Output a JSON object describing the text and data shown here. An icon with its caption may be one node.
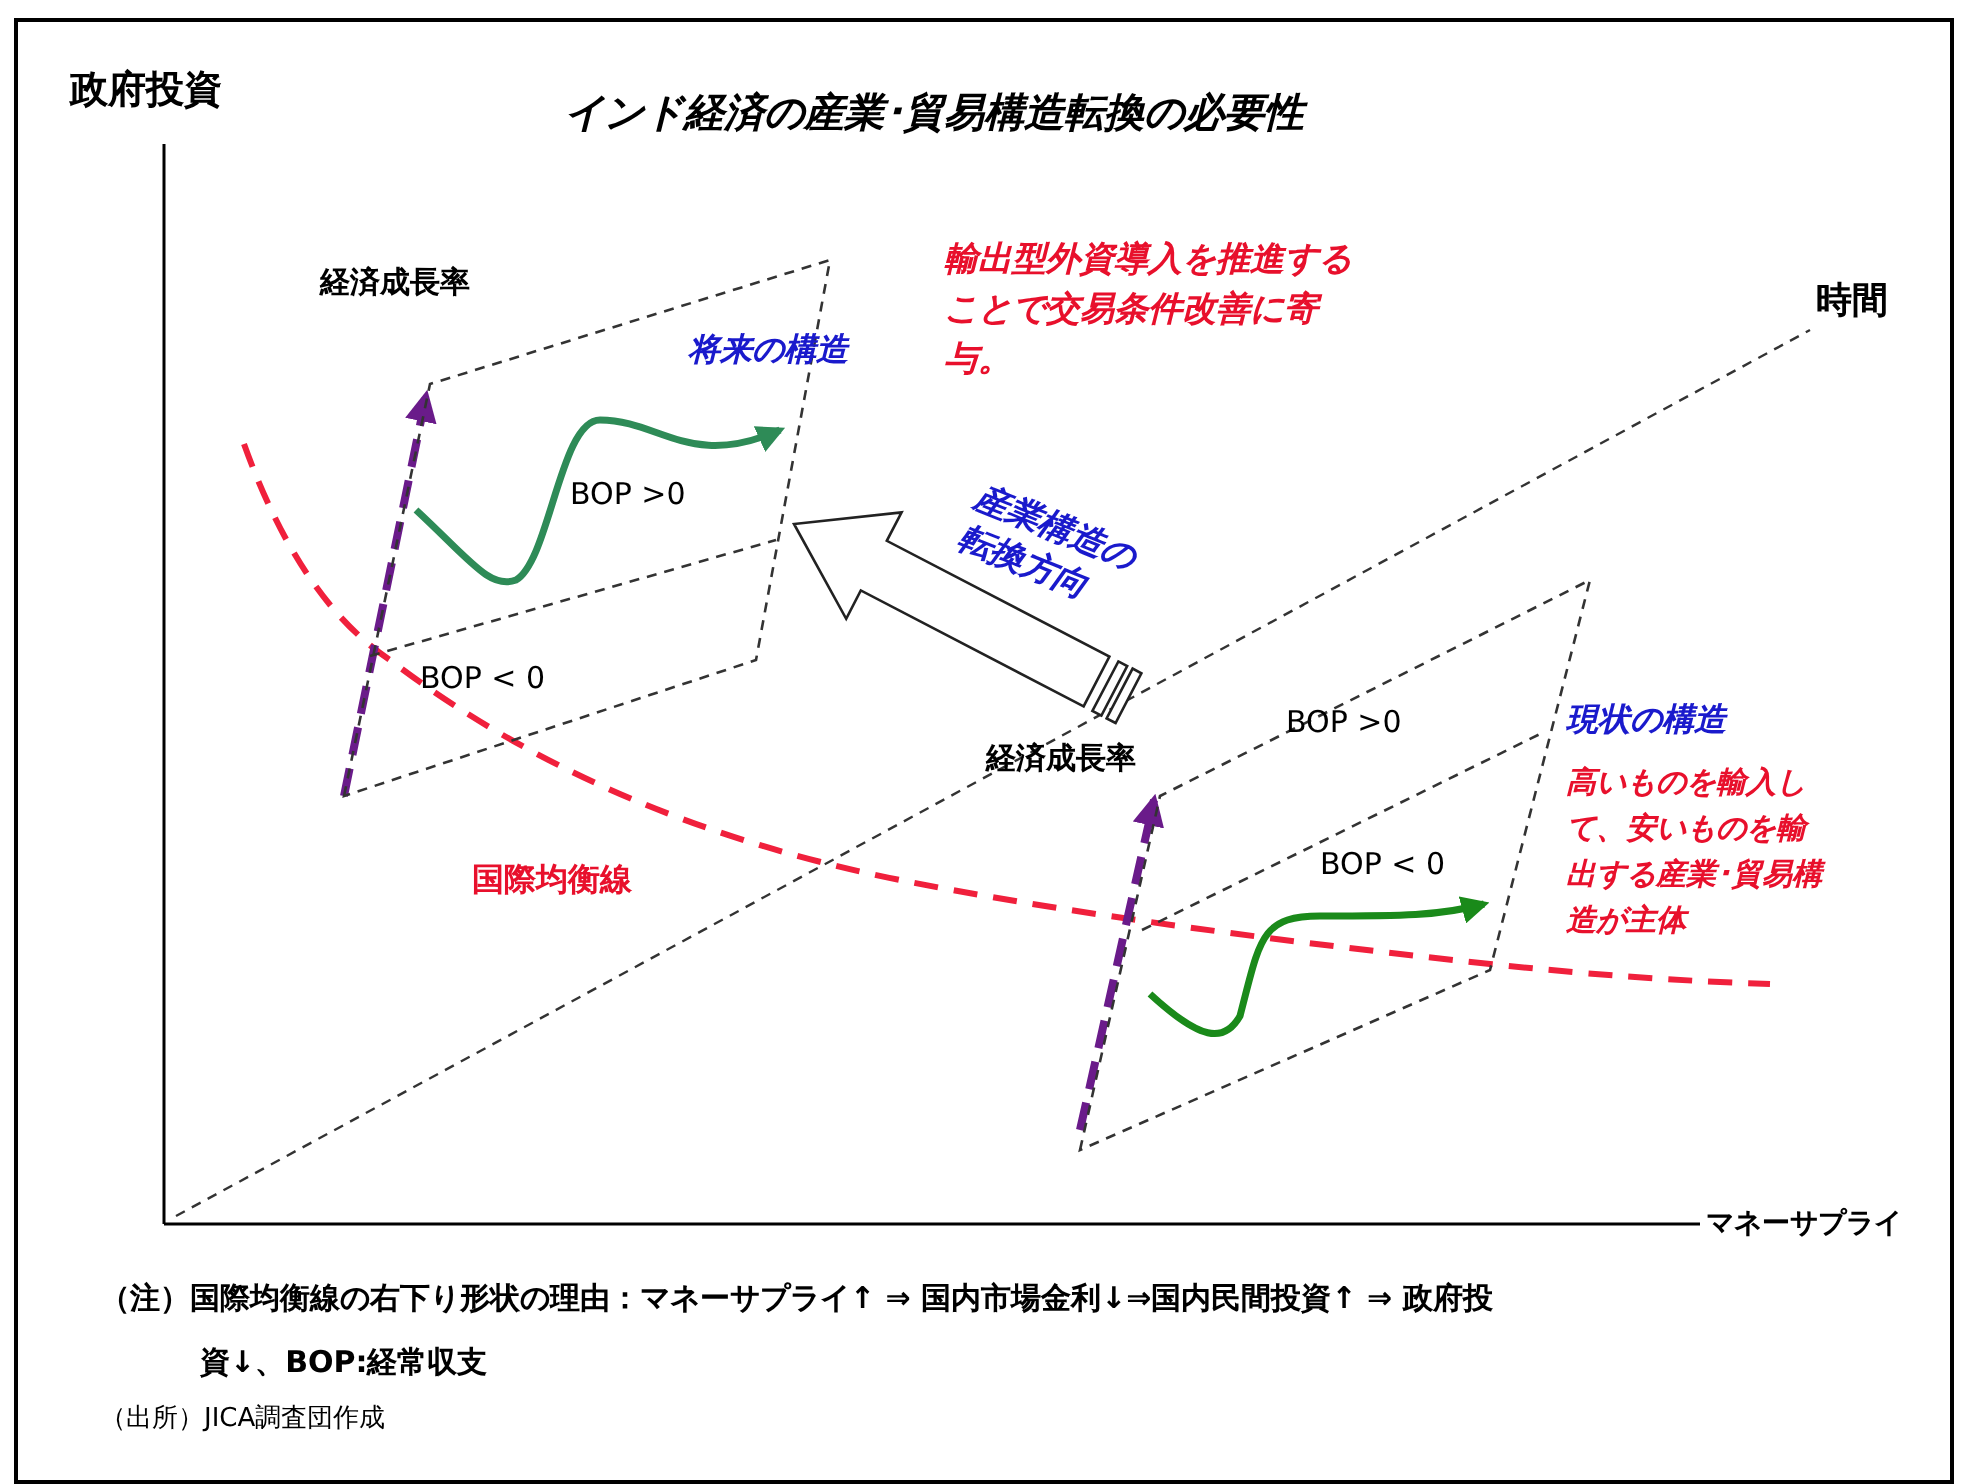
{
  "diagram": {
    "title": "インド経済の産業･貿易構造転換の必要性",
    "nodes": [
      {
        "text": [],
        "shape": "box"
      },
      {
        "text": [],
        "shape": "box"
      }
    ],
    "edges": [
      {
        "from": 1,
        "to": 0,
        "arrow": "to",
        "label": "産業構造の転換方向"
      }
    ],
    "labels": [
      "政府投資",
      "経済成長率",
      "将来の構造",
      "輸出型外資導入を推進することで交易条件改善に寄与。",
      "時間",
      "BOP >0",
      "BOP < 0",
      "経済成長率",
      "BOP >0",
      "現状の構造",
      "高いものを輸入して、安いものを輸出する産業･貿易構造が主体",
      "BOP < 0",
      "国際均衡線",
      "マネーサプライ",
      "（注）国際均衡線の右下り形状の理由：マネーサプライ↑ ⇒ 国内市場金利↓⇒国内民間投資↑ ⇒ 政府投資↓、BOP:経常収支",
      "（出所）JICA調査団作成"
    ]
  }
}
